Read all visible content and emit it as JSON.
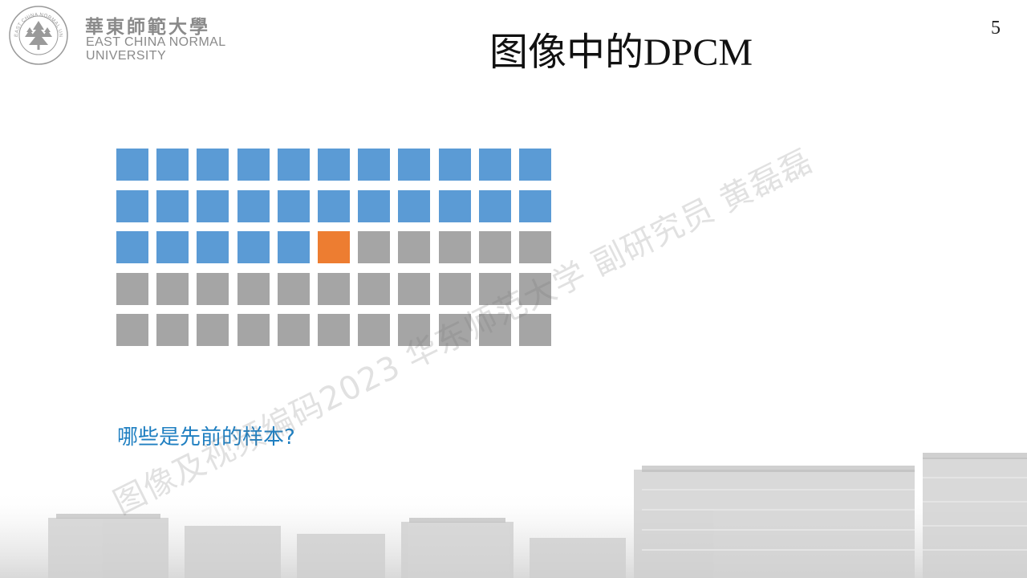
{
  "logo": {
    "cn": "華東師範大學",
    "en_line1": "EAST CHINA NORMAL",
    "en_line2": "UNIVERSITY",
    "seal_text": "EAST CHINA NORMAL UNIVERSITY"
  },
  "page_number": "5",
  "title": "图像中的DPCM",
  "grid": {
    "rows": 5,
    "cols": 11,
    "current": {
      "row": 2,
      "col": 5
    },
    "colors": {
      "previous": "#5b9bd5",
      "current": "#ed7d31",
      "future": "#a5a5a5"
    }
  },
  "question": "哪些是先前的样本?",
  "watermark": "图像及视频编码2023 华东师范大学 副研究员 黄磊磊"
}
